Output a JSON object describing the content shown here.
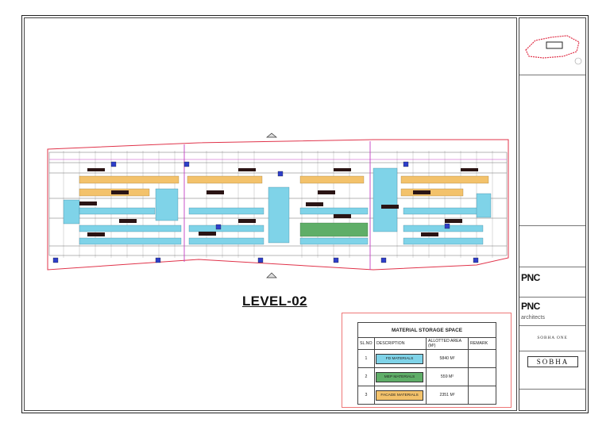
{
  "drawing": {
    "level_title": "LEVEL-02"
  },
  "legend": {
    "title": "MATERIAL STORAGE SPACE",
    "headers": [
      "SL.NO",
      "DESCRIPTION",
      "ALLOTTED AREA (M²)",
      "REMARK"
    ],
    "rows": [
      {
        "sl": "1",
        "description": "FD MATERIALS",
        "area": "5840 M²",
        "remark": "",
        "color": "#7fd3e8"
      },
      {
        "sl": "2",
        "description": "MEP MATERIALS",
        "area": "559 M²",
        "remark": "",
        "color": "#5fae68"
      },
      {
        "sl": "3",
        "description": "FACADE MATERIALS",
        "area": "2351 M²",
        "remark": "",
        "color": "#f3c26b"
      }
    ]
  },
  "title_block": {
    "project_name": "SOBHA ONE",
    "client_logo": "SOBHA",
    "architect_logo": "PNC",
    "architect_sub": "architects"
  },
  "colors": {
    "outline": "#e0334a",
    "fd": "#7fd3e8",
    "mep": "#5fae68",
    "facade": "#f3c26b",
    "magenta": "#c43ec4",
    "blue": "#2f3fc9"
  }
}
